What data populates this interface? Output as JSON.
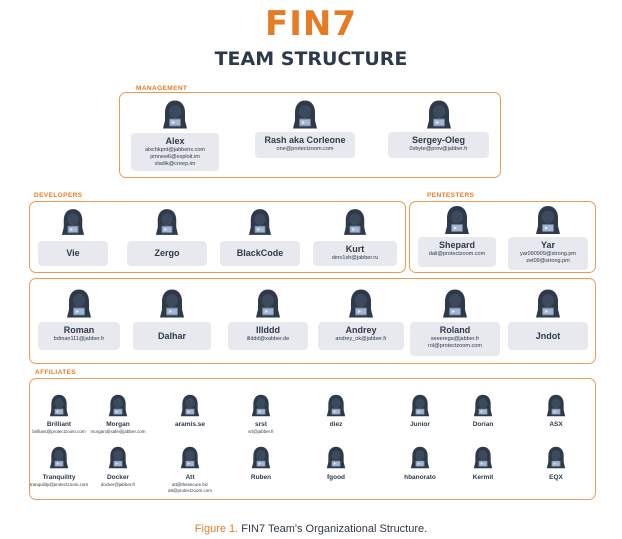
{
  "title": "FIN7",
  "subtitle": "TEAM STRUCTURE",
  "colors": {
    "accent": "#e57b25",
    "border": "#ee9a55",
    "card": "#e7e9ee",
    "text": "#2e3a4a"
  },
  "groups": {
    "management": "MANAGEMENT",
    "developers": "DEVELOPERS",
    "pentesters": "PENTESTERS",
    "affiliates": "AFFILIATES"
  },
  "management": [
    {
      "name": "Alex",
      "emails": [
        "alxchkpnt@jabberix.com",
        "pmnew6@exploit.im",
        "vladik@creep.im"
      ]
    },
    {
      "name": "Rash aka Corleone",
      "emails": [
        "one@protectzoom.com"
      ]
    },
    {
      "name": "Sergey-Oleg",
      "emails": [
        "0xbyte@prov@jabber.fr"
      ]
    }
  ],
  "developers": [
    {
      "name": "Vie",
      "emails": []
    },
    {
      "name": "Zergo",
      "emails": []
    },
    {
      "name": "BlackCode",
      "emails": []
    },
    {
      "name": "Kurt",
      "emails": [
        "derv1sh@jabber.ru"
      ]
    }
  ],
  "pentesters_top": [
    {
      "name": "Shepard",
      "emails": [
        "dali@protectzoom.com"
      ]
    },
    {
      "name": "Yar",
      "emails": [
        "yar090909@strong.pm",
        "zet09@strong.pm"
      ]
    }
  ],
  "row3": [
    {
      "name": "Roman",
      "emails": [
        "bdman111@jabber.fr"
      ]
    },
    {
      "name": "Dalhar",
      "emails": []
    },
    {
      "name": "Illddd",
      "emails": [
        "illddd@xabber.de"
      ]
    },
    {
      "name": "Andrey",
      "emails": [
        "andrey_ok@jabber.fr"
      ]
    },
    {
      "name": "Roland",
      "emails": [
        "seeerega@jabber.fr",
        "rol@protectzoom.com"
      ]
    },
    {
      "name": "Jndot",
      "emails": []
    }
  ],
  "affiliates_row1": [
    {
      "name": "Brilliant",
      "emails": [
        "brilliant@protectzoom.com"
      ]
    },
    {
      "name": "Morgan",
      "emails": [
        "morgan@safe@jabber.com"
      ]
    },
    {
      "name": "aramis.se",
      "emails": []
    },
    {
      "name": "srst",
      "emails": [
        "srt@jabber.fr"
      ]
    },
    {
      "name": "diez",
      "emails": []
    },
    {
      "name": "Junior",
      "emails": []
    },
    {
      "name": "Dorian",
      "emails": []
    },
    {
      "name": "ASX",
      "emails": []
    }
  ],
  "affiliates_row2": [
    {
      "name": "Tranquility",
      "emails": [
        "tranquility@protectzoom.com"
      ]
    },
    {
      "name": "Docker",
      "emails": [
        "docker@jabber.fr"
      ]
    },
    {
      "name": "Att",
      "emails": [
        "att@thesecure.biz",
        "att@protectzoom.com"
      ]
    },
    {
      "name": "Ruben",
      "emails": []
    },
    {
      "name": "fgood",
      "emails": []
    },
    {
      "name": "hbanorato",
      "emails": []
    },
    {
      "name": "Kermit",
      "emails": []
    },
    {
      "name": "EQX",
      "emails": []
    }
  ],
  "caption": {
    "prefix": "Figure 1.",
    "text": " FIN7 Team's Organizational Structure."
  }
}
